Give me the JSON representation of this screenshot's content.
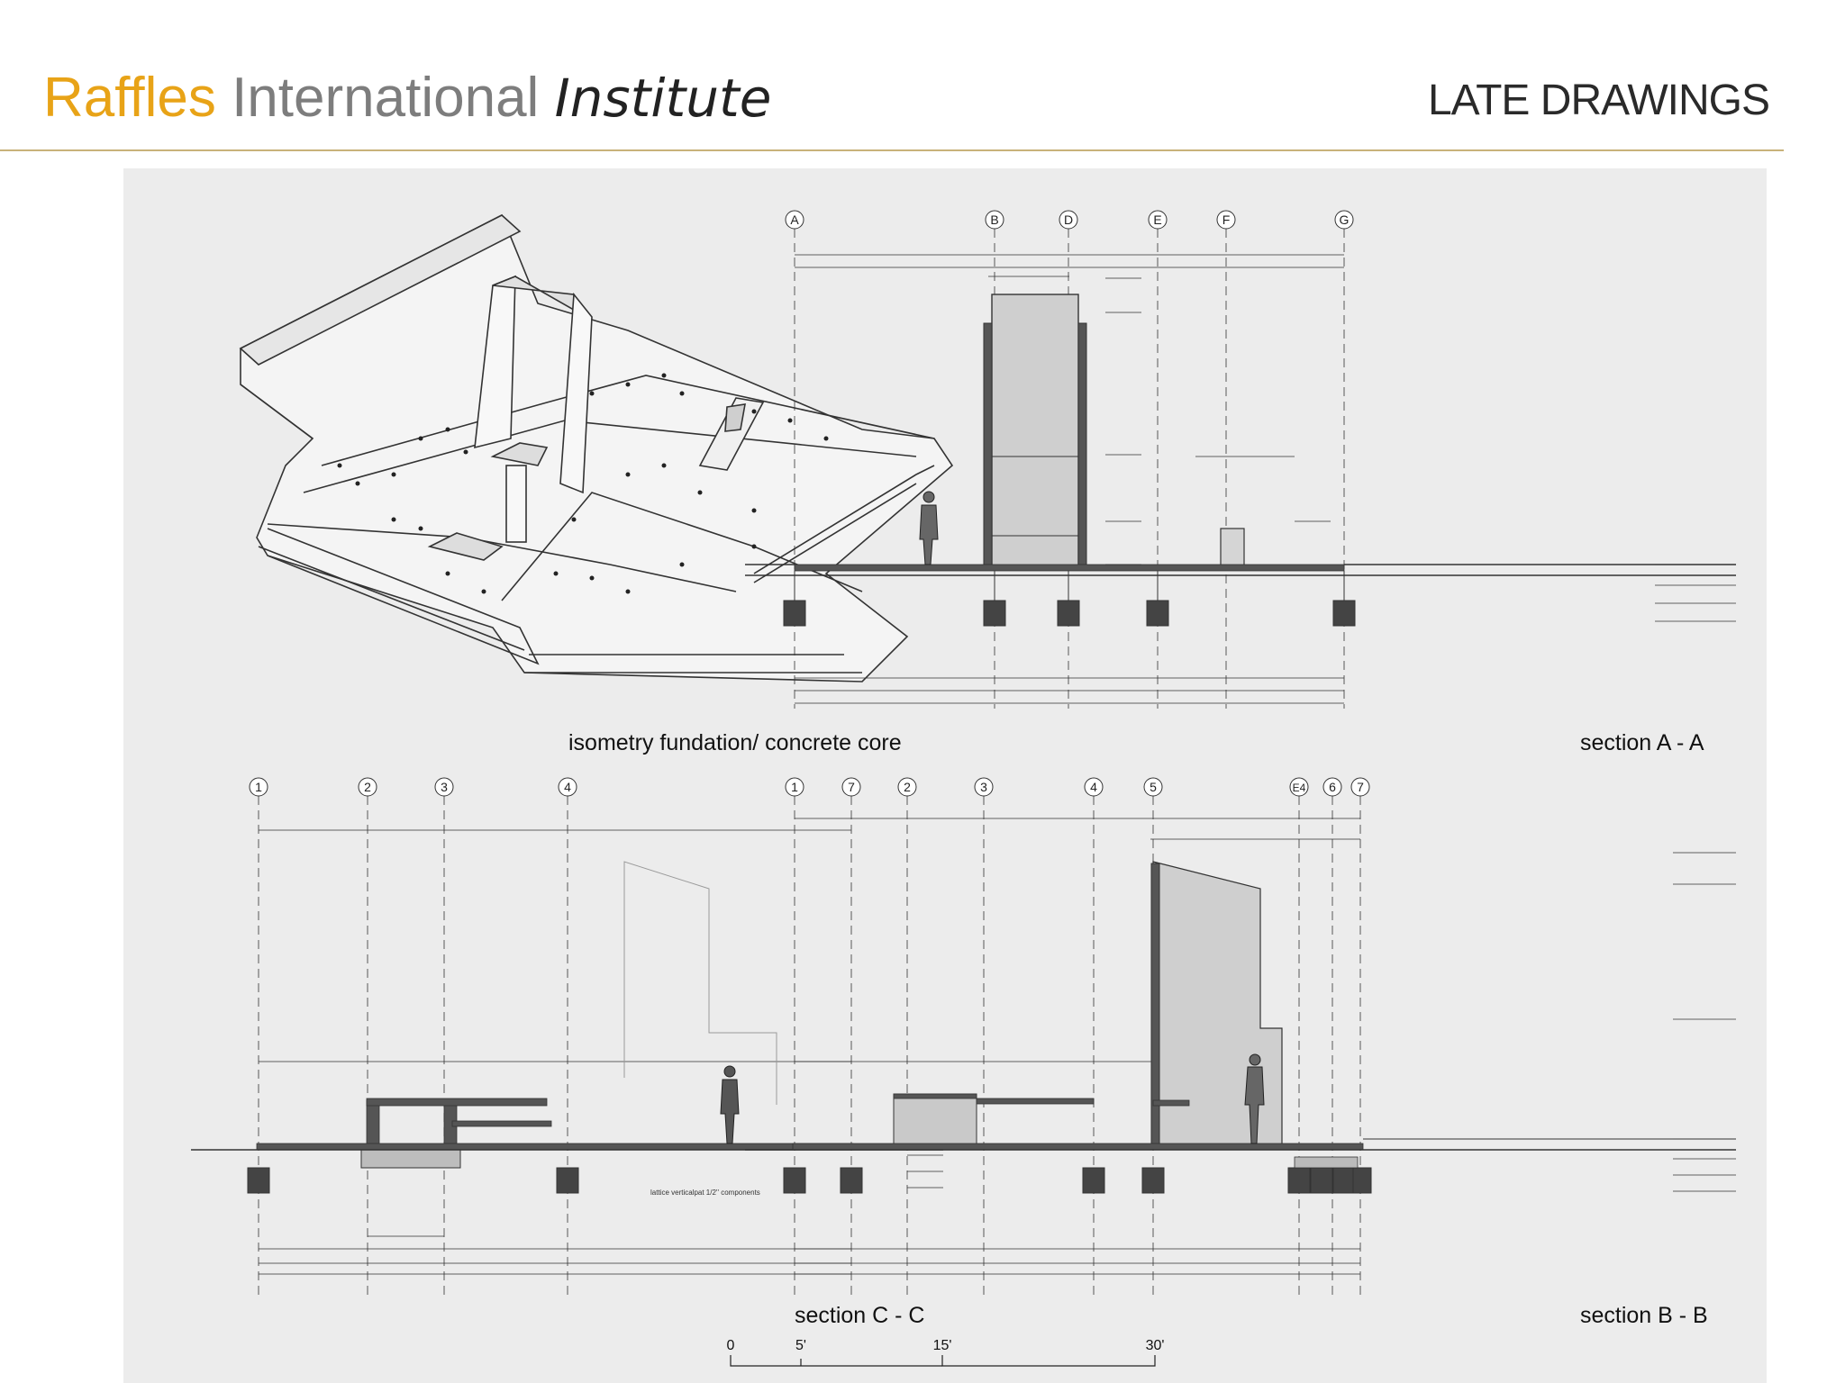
{
  "header": {
    "brand_part1": "Raffles",
    "brand_part2": "International",
    "brand_part3": "Institute",
    "title": "LATE DRAWINGS"
  },
  "colors": {
    "brand_orange": "#e8a317",
    "brand_gray": "#7d7d7d",
    "rule_gold": "#c8b27a",
    "sheet_bg": "#ececec"
  },
  "drawings": {
    "isometry_label": "isometry fundation/ concrete core",
    "section_aa_label": "section A - A",
    "section_cc_label": "section C - C",
    "section_bb_label": "section B - B",
    "grid_aa": [
      "A",
      "B",
      "D",
      "E",
      "F",
      "G"
    ],
    "grid_cc": [
      "1",
      "2",
      "3",
      "4",
      "7"
    ],
    "grid_bb": [
      "1",
      "2",
      "3",
      "4",
      "5",
      "E4",
      "6",
      "7"
    ],
    "note_cc": "lattice verticalpat 1/2'' components"
  },
  "scale_bar": {
    "labels": [
      "0",
      "5'",
      "15'",
      "30'"
    ]
  }
}
